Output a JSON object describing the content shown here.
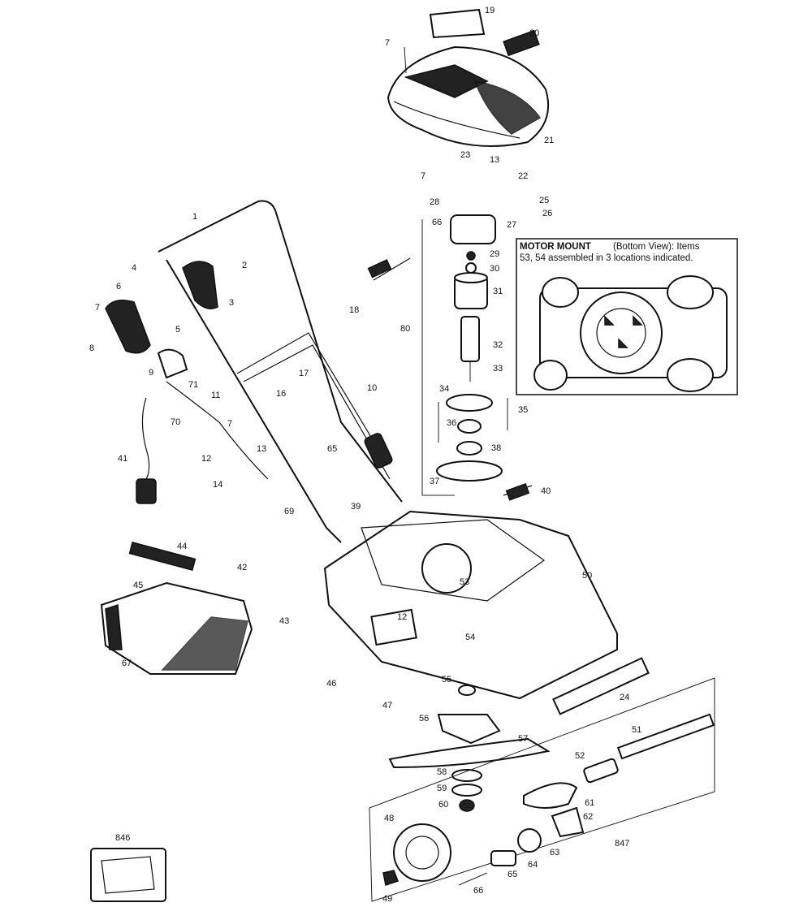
{
  "motor_mount_note": {
    "title": "MOTOR MOUNT",
    "text_line1": "(Bottom View): Items",
    "text_line2": "53, 54 assembled in 3 locations indicated."
  },
  "callouts": [
    {
      "id": "c-19",
      "text": "19"
    },
    {
      "id": "c-20",
      "text": "20"
    },
    {
      "id": "c-7a",
      "text": "7"
    },
    {
      "id": "c-21",
      "text": "21"
    },
    {
      "id": "c-23",
      "text": "23"
    },
    {
      "id": "c-13a",
      "text": "13"
    },
    {
      "id": "c-7b",
      "text": "7"
    },
    {
      "id": "c-22",
      "text": "22"
    },
    {
      "id": "c-28",
      "text": "28"
    },
    {
      "id": "c-25a",
      "text": "25"
    },
    {
      "id": "c-66",
      "text": "66"
    },
    {
      "id": "c-26",
      "text": "26"
    },
    {
      "id": "c-27",
      "text": "27"
    },
    {
      "id": "c-29",
      "text": "29"
    },
    {
      "id": "c-30",
      "text": "30"
    },
    {
      "id": "c-31",
      "text": "31"
    },
    {
      "id": "c-80",
      "text": "80"
    },
    {
      "id": "c-32",
      "text": "32"
    },
    {
      "id": "c-33",
      "text": "33"
    },
    {
      "id": "c-34",
      "text": "34"
    },
    {
      "id": "c-35",
      "text": "35"
    },
    {
      "id": "c-36",
      "text": "36"
    },
    {
      "id": "c-38",
      "text": "38"
    },
    {
      "id": "c-37",
      "text": "37"
    },
    {
      "id": "c-40",
      "text": "40"
    },
    {
      "id": "c-1",
      "text": "1"
    },
    {
      "id": "c-2",
      "text": "2"
    },
    {
      "id": "c-3",
      "text": "3"
    },
    {
      "id": "c-4",
      "text": "4"
    },
    {
      "id": "c-6",
      "text": "6"
    },
    {
      "id": "c-7c",
      "text": "7"
    },
    {
      "id": "c-5",
      "text": "5"
    },
    {
      "id": "c-8",
      "text": "8"
    },
    {
      "id": "c-9",
      "text": "9"
    },
    {
      "id": "c-71",
      "text": "71"
    },
    {
      "id": "c-18",
      "text": "18"
    },
    {
      "id": "c-17",
      "text": "17"
    },
    {
      "id": "c-16",
      "text": "16"
    },
    {
      "id": "c-10",
      "text": "10"
    },
    {
      "id": "c-11",
      "text": "11"
    },
    {
      "id": "c-70",
      "text": "70"
    },
    {
      "id": "c-7d",
      "text": "7"
    },
    {
      "id": "c-13b",
      "text": "13"
    },
    {
      "id": "c-41",
      "text": "41"
    },
    {
      "id": "c-12a",
      "text": "12"
    },
    {
      "id": "c-65",
      "text": "65"
    },
    {
      "id": "c-14",
      "text": "14"
    },
    {
      "id": "c-69",
      "text": "69"
    },
    {
      "id": "c-39",
      "text": "39"
    },
    {
      "id": "c-44",
      "text": "44"
    },
    {
      "id": "c-42",
      "text": "42"
    },
    {
      "id": "c-45",
      "text": "45"
    },
    {
      "id": "c-43",
      "text": "43"
    },
    {
      "id": "c-67",
      "text": "67"
    },
    {
      "id": "c-50",
      "text": "50"
    },
    {
      "id": "c-53",
      "text": "53"
    },
    {
      "id": "c-12b",
      "text": "12"
    },
    {
      "id": "c-54",
      "text": "54"
    },
    {
      "id": "c-46",
      "text": "46"
    },
    {
      "id": "c-47",
      "text": "47"
    },
    {
      "id": "c-55",
      "text": "55"
    },
    {
      "id": "c-24",
      "text": "24"
    },
    {
      "id": "c-56",
      "text": "56"
    },
    {
      "id": "c-57",
      "text": "57"
    },
    {
      "id": "c-51",
      "text": "51"
    },
    {
      "id": "c-52",
      "text": "52"
    },
    {
      "id": "c-58",
      "text": "58"
    },
    {
      "id": "c-59",
      "text": "59"
    },
    {
      "id": "c-60",
      "text": "60"
    },
    {
      "id": "c-61",
      "text": "61"
    },
    {
      "id": "c-62",
      "text": "62"
    },
    {
      "id": "c-48",
      "text": "48"
    },
    {
      "id": "c-63",
      "text": "63"
    },
    {
      "id": "c-64",
      "text": "64"
    },
    {
      "id": "c-847",
      "text": "847"
    },
    {
      "id": "c-65b",
      "text": "65"
    },
    {
      "id": "c-66b",
      "text": "66"
    },
    {
      "id": "c-49",
      "text": "49"
    },
    {
      "id": "c-846",
      "text": "846"
    }
  ]
}
